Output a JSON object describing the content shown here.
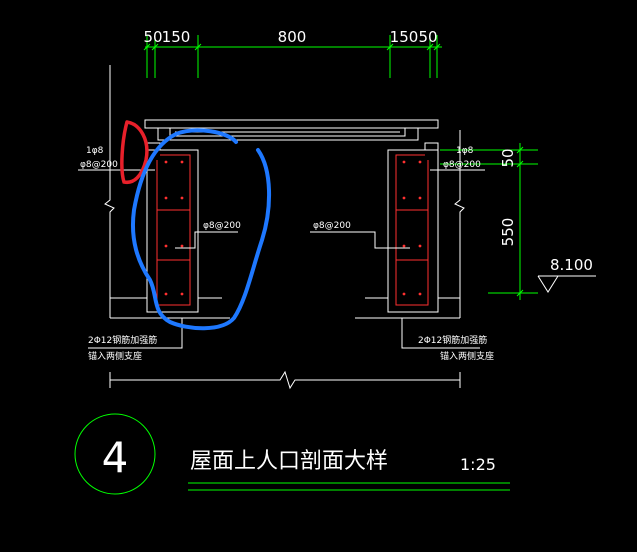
{
  "colors": {
    "background": "#000000",
    "dimension_line": "#00ff00",
    "outline": "#ffffff",
    "rebar": "#ff3030",
    "annotation_blue": "#1e78ff",
    "annotation_red": "#e8202a"
  },
  "dimensions": {
    "left_50": "50",
    "left_150": "150",
    "center_800": "800",
    "right_150": "150",
    "right_50": "50",
    "vert_50": "50",
    "vert_550": "550",
    "elevation": "8.100"
  },
  "rebar_labels": {
    "left_top_1": "1φ8",
    "left_top_2": "φ8@200",
    "right_top_1": "1φ8",
    "right_top_2": "φ8@200",
    "left_mid": "φ8@200",
    "right_mid": "φ8@200",
    "left_bottom_1": "2Φ12钢筋加强筋",
    "left_bottom_2": "锚入两侧支座",
    "right_bottom_1": "2Φ12钢筋加强筋",
    "right_bottom_2": "锚入两侧支座"
  },
  "title_block": {
    "detail_number": "4",
    "title": "屋面上人口剖面大样",
    "scale": "1:25"
  }
}
